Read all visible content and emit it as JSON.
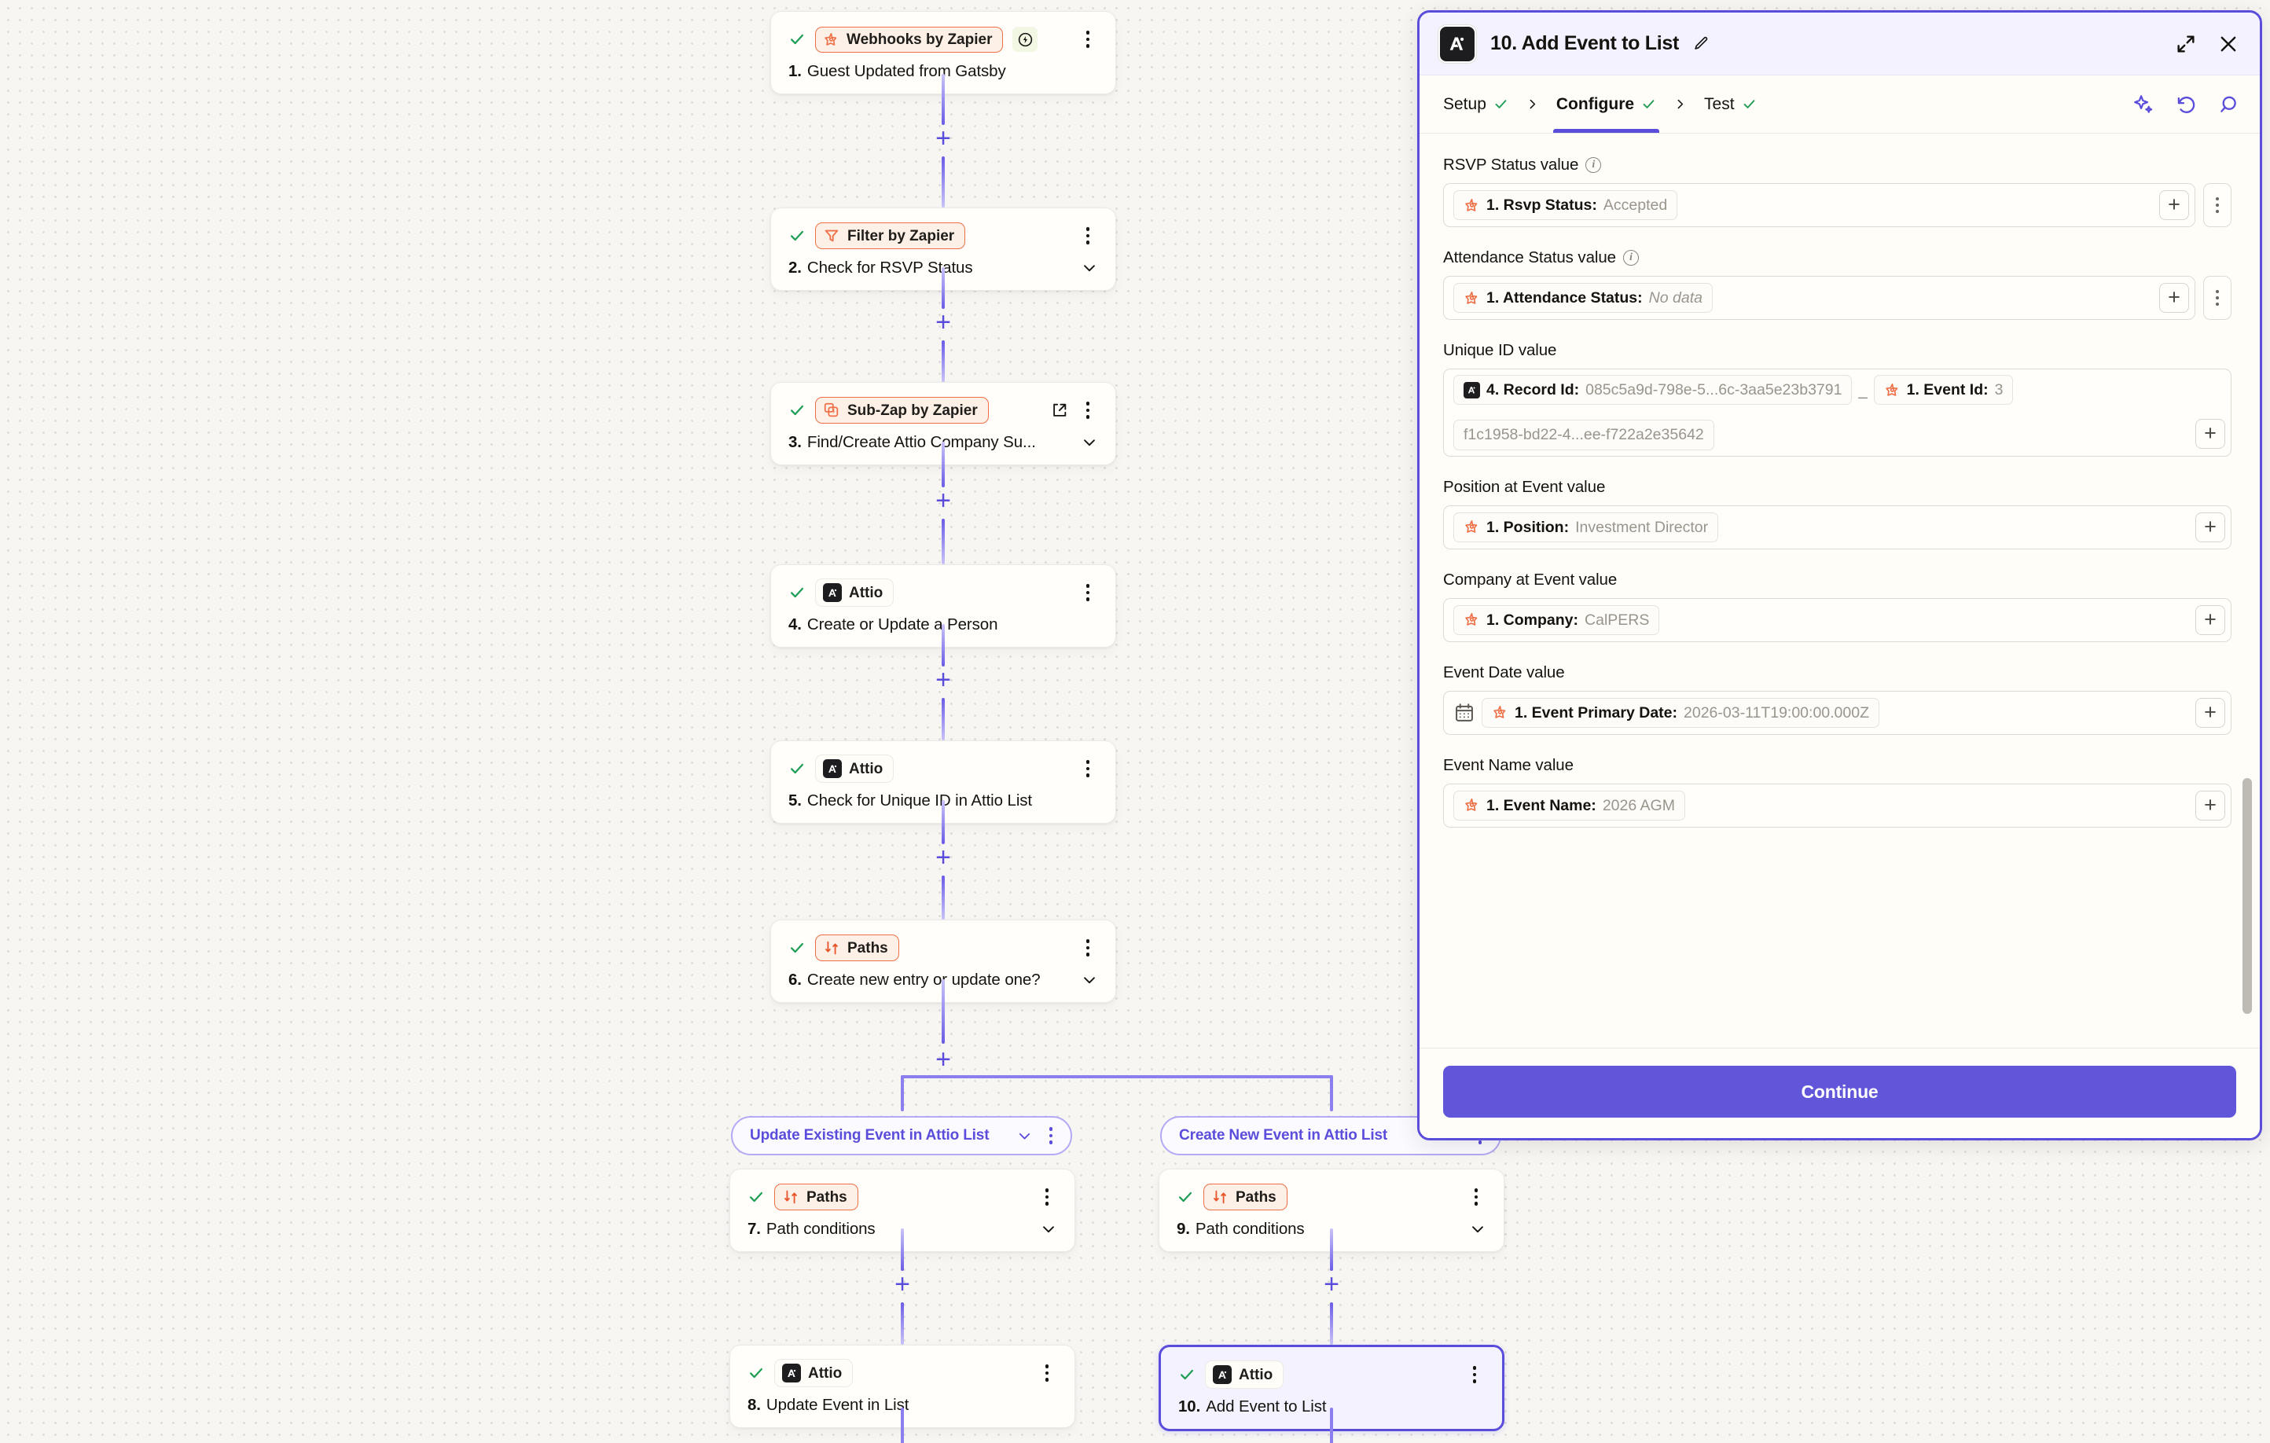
{
  "canvas": {
    "add_step_label": "+",
    "steps": [
      {
        "num": "1.",
        "title": "Guest Updated from Gatsby",
        "app": "Webhooks by Zapier",
        "app_icon": "zapier-icon",
        "style": "zapier",
        "has_bolt_badge": true,
        "has_chevron": false,
        "has_external": false
      },
      {
        "num": "2.",
        "title": "Check for RSVP Status",
        "app": "Filter by Zapier",
        "app_icon": "filter-icon",
        "style": "zapier",
        "has_bolt_badge": false,
        "has_chevron": true,
        "has_external": false
      },
      {
        "num": "3.",
        "title": "Find/Create Attio Company Su...",
        "app": "Sub-Zap by Zapier",
        "app_icon": "subzap-icon",
        "style": "zapier",
        "has_bolt_badge": false,
        "has_chevron": true,
        "has_external": true
      },
      {
        "num": "4.",
        "title": "Create or Update a Person",
        "app": "Attio",
        "app_icon": "attio-icon",
        "style": "plain",
        "has_bolt_badge": false,
        "has_chevron": false,
        "has_external": false
      },
      {
        "num": "5.",
        "title": "Check for Unique ID in Attio List",
        "app": "Attio",
        "app_icon": "attio-icon",
        "style": "plain",
        "has_bolt_badge": false,
        "has_chevron": false,
        "has_external": false
      },
      {
        "num": "6.",
        "title": "Create new entry or update one?",
        "app": "Paths",
        "app_icon": "paths-icon",
        "style": "zapier",
        "has_bolt_badge": false,
        "has_chevron": true,
        "has_external": false
      }
    ],
    "branches": [
      {
        "path_label": "Update Existing Event in Attio List",
        "steps": [
          {
            "num": "7.",
            "title": "Path conditions",
            "app": "Paths",
            "app_icon": "paths-icon",
            "style": "zapier",
            "has_chevron": true
          },
          {
            "num": "8.",
            "title": "Update Event in List",
            "app": "Attio",
            "app_icon": "attio-icon",
            "style": "plain",
            "has_chevron": false
          }
        ]
      },
      {
        "path_label": "Create New Event in Attio List",
        "steps": [
          {
            "num": "9.",
            "title": "Path conditions",
            "app": "Paths",
            "app_icon": "paths-icon",
            "style": "zapier",
            "has_chevron": true
          },
          {
            "num": "10.",
            "title": "Add Event to List",
            "app": "Attio",
            "app_icon": "attio-icon",
            "style": "plain",
            "has_chevron": false,
            "selected": true
          }
        ]
      }
    ]
  },
  "panel": {
    "logo_icon": "attio-icon",
    "title": "10. Add Event to List",
    "edit_icon": "pencil-icon",
    "expand_icon": "expand-icon",
    "close_icon": "close-icon",
    "tabs": [
      {
        "label": "Setup",
        "active": false,
        "checked": true
      },
      {
        "label": "Configure",
        "active": true,
        "checked": true
      },
      {
        "label": "Test",
        "active": false,
        "checked": true
      }
    ],
    "tools": [
      {
        "icon": "ai-sparkle-icon"
      },
      {
        "icon": "undo-icon"
      },
      {
        "icon": "search-icon"
      }
    ],
    "fields": [
      {
        "label": "RSVP Status value",
        "has_info": true,
        "has_kebab": true,
        "has_calendar": false,
        "tokens": [
          {
            "icon": "zapier-icon",
            "label": "1. Rsvp Status:",
            "value": "Accepted",
            "italic": false
          }
        ]
      },
      {
        "label": "Attendance Status value",
        "has_info": true,
        "has_kebab": true,
        "has_calendar": false,
        "tokens": [
          {
            "icon": "zapier-icon",
            "label": "1. Attendance Status:",
            "value": "No data",
            "italic": true
          }
        ]
      },
      {
        "label": "Unique ID value",
        "has_info": false,
        "has_kebab": false,
        "has_calendar": false,
        "multiline": true,
        "separator": "_",
        "tokens": [
          {
            "icon": "attio-icon",
            "label": "4. Record Id:",
            "value": "085c5a9d-798e-5...6c-3aa5e23b3791",
            "italic": false
          },
          {
            "icon": "zapier-icon",
            "label": "1. Event Id:",
            "value": "3",
            "italic": false,
            "truncated": true
          },
          {
            "icon": "none",
            "label": "",
            "value": "f1c1958-bd22-4...ee-f722a2e35642",
            "italic": false,
            "wrapped": true
          }
        ]
      },
      {
        "label": "Position at Event value",
        "has_info": false,
        "has_kebab": false,
        "has_calendar": false,
        "tokens": [
          {
            "icon": "zapier-icon",
            "label": "1. Position:",
            "value": "Investment Director",
            "italic": false
          }
        ]
      },
      {
        "label": "Company at Event value",
        "has_info": false,
        "has_kebab": false,
        "has_calendar": false,
        "tokens": [
          {
            "icon": "zapier-icon",
            "label": "1. Company:",
            "value": "CalPERS",
            "italic": false
          }
        ]
      },
      {
        "label": "Event Date value",
        "has_info": false,
        "has_kebab": false,
        "has_calendar": true,
        "tokens": [
          {
            "icon": "zapier-icon",
            "label": "1. Event Primary Date:",
            "value": "2026-03-11T19:00:00.000Z",
            "italic": false
          }
        ]
      },
      {
        "label": "Event Name value",
        "has_info": false,
        "has_kebab": false,
        "has_calendar": false,
        "tokens": [
          {
            "icon": "zapier-icon",
            "label": "1. Event Name:",
            "value": "2026 AGM",
            "italic": false
          }
        ]
      }
    ],
    "continue_label": "Continue"
  },
  "colors": {
    "accent": "#5b4ddb",
    "accent_button": "#6155d9",
    "zapier_orange": "#ee6f46",
    "check_green": "#1f9d55",
    "canvas_bg": "#f7f6f3",
    "card_bg": "#fffefb",
    "selected_bg": "#f4f2fe"
  }
}
